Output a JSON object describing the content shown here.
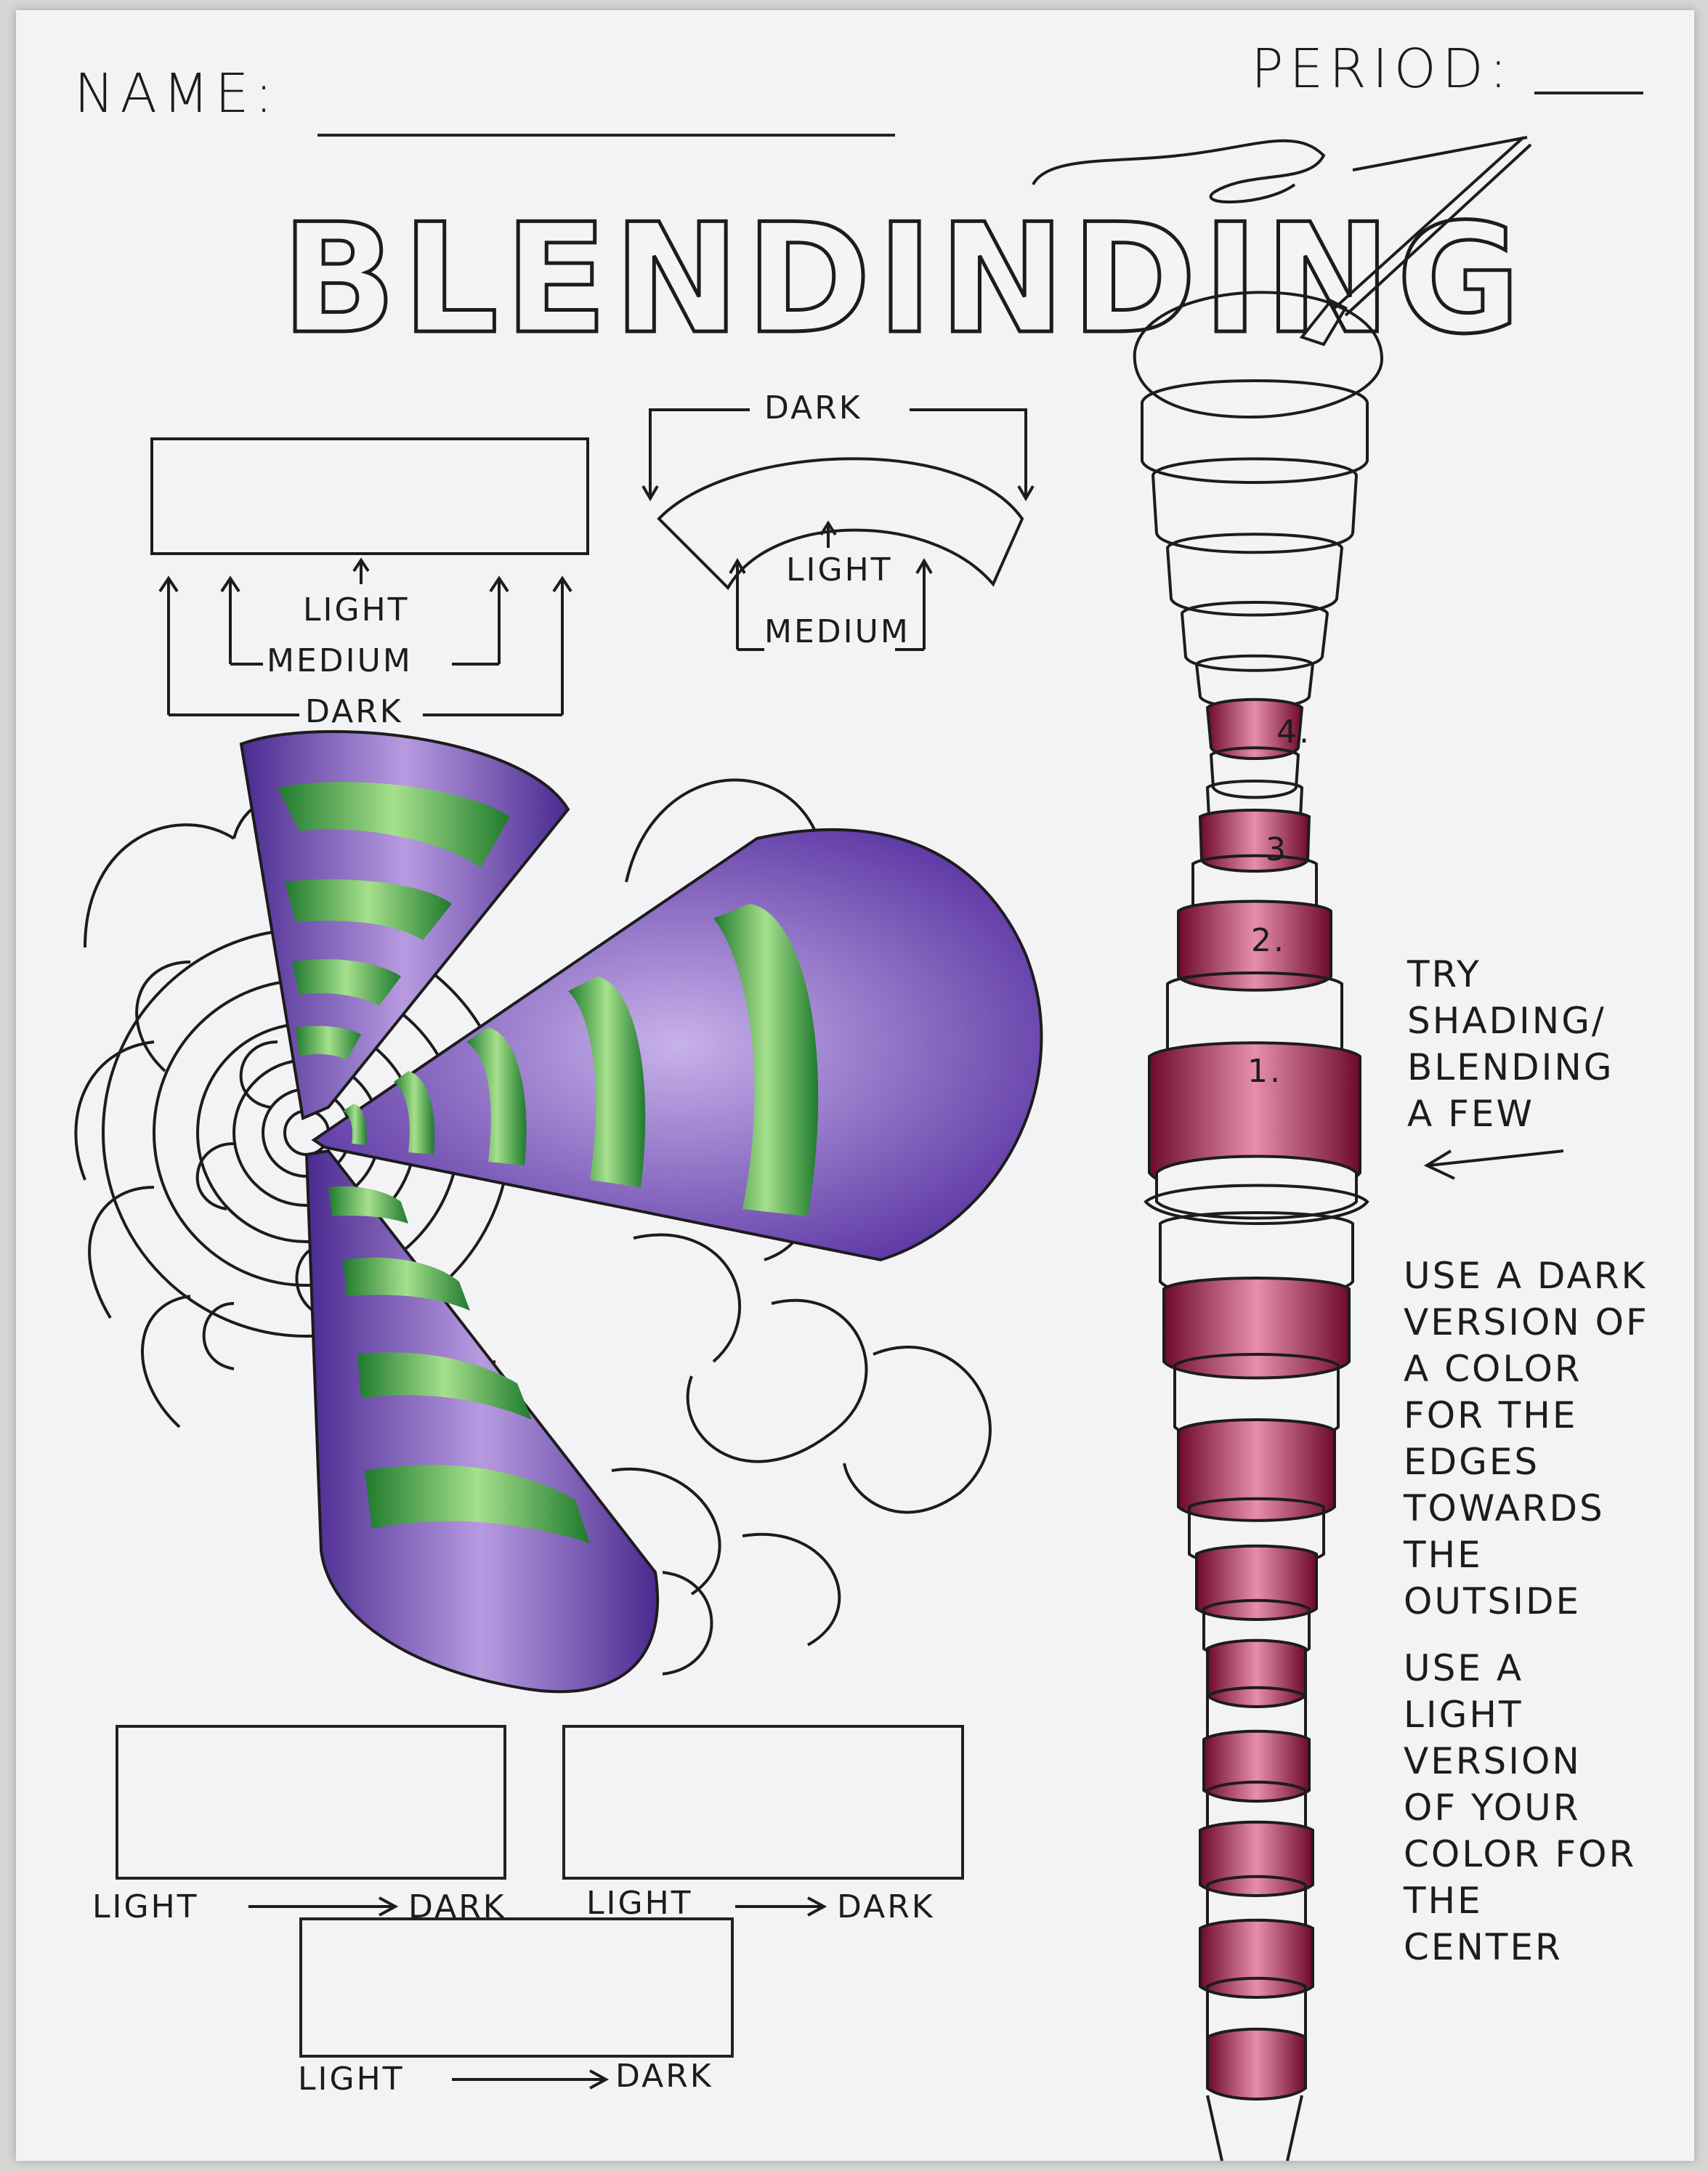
{
  "header": {
    "name_label": "NAME:",
    "period_label": "PERIOD:"
  },
  "title": "BLENDINDING",
  "diagrams": {
    "rect_dark": "DARK",
    "rect_light": "LIGHT",
    "rect_medium": "MEDIUM",
    "arc_dark": "DARK",
    "arc_light": "LIGHT",
    "arc_medium": "MEDIUM"
  },
  "practice_boxes": [
    {
      "from": "LIGHT",
      "to": "DARK"
    },
    {
      "from": "LIGHT",
      "to": "DARK"
    },
    {
      "from": "LIGHT",
      "to": "DARK"
    }
  ],
  "column_steps": [
    "4.",
    "3",
    "2.",
    "1."
  ],
  "notes": {
    "try": "TRY SHADING/ BLENDING A FEW",
    "dark": "USE A DARK VERSION OF A COLOR FOR THE EDGES TOWARDS THE OUTSIDE",
    "light": "USE A LIGHT VERSION OF YOUR COLOR FOR THE CENTER"
  },
  "colors": {
    "purple": "#6a3fb0",
    "purple_light": "#b79be0",
    "green": "#3dae3a",
    "green_light": "#a6e08c",
    "crimson": "#9c1240",
    "crimson_light": "#e08aa8"
  }
}
